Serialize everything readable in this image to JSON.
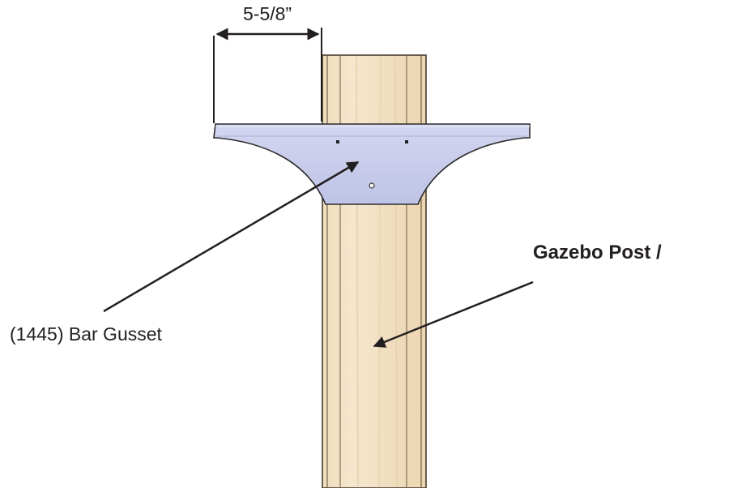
{
  "labels": {
    "dimension": "5-5/8”",
    "post": "Gazebo Post /",
    "gusset": "(1445) Bar Gusset"
  },
  "colors": {
    "wood_light": "#f3e3c8",
    "wood_mid": "#ecd3ad",
    "wood_edge": "#3a3226",
    "gusset_fill": "#c5c9ea",
    "gusset_edge": "#2c2c2c",
    "text": "#231f20"
  }
}
